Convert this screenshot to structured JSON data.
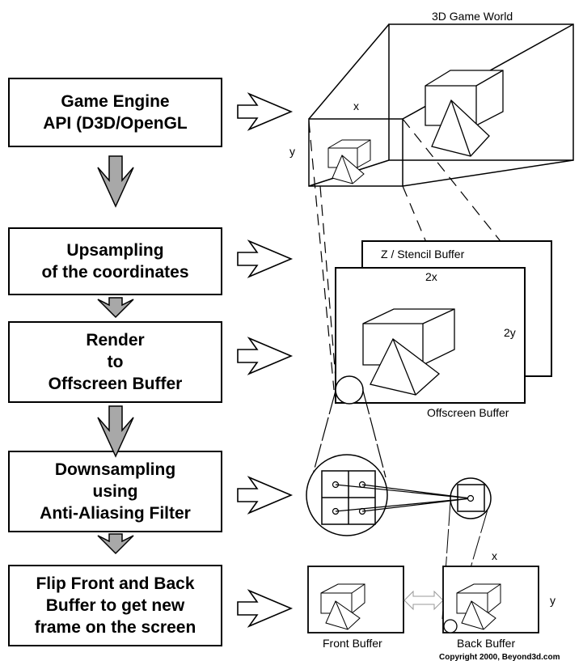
{
  "steps": [
    {
      "id": "game-engine",
      "lines": [
        "Game Engine",
        "API (D3D/OpenGL"
      ]
    },
    {
      "id": "upsampling",
      "lines": [
        "Upsampling",
        "of the coordinates"
      ]
    },
    {
      "id": "render",
      "lines": [
        "Render",
        "to",
        "Offscreen Buffer"
      ]
    },
    {
      "id": "downsampling",
      "lines": [
        "Downsampling",
        "using",
        "Anti-Aliasing Filter"
      ]
    },
    {
      "id": "flip",
      "lines": [
        "Flip Front and Back",
        "Buffer to get new",
        "frame on the screen"
      ]
    }
  ],
  "labels": {
    "game_world": "3D Game World",
    "viewport_x": "x",
    "viewport_y": "y",
    "zstencil": "Z / Stencil Buffer",
    "offscreen_2x": "2x",
    "offscreen_2y": "2y",
    "offscreen": "Offscreen Buffer",
    "front_buffer": "Front Buffer",
    "back_buffer": "Back Buffer",
    "back_x": "x",
    "back_y": "y",
    "copyright": "Copyright 2000, Beyond3d.com"
  },
  "colors": {
    "flow_arrow_fill": "#a8a8a8",
    "swap_arrow_stroke": "#9a9a9a",
    "line": "#000000"
  }
}
